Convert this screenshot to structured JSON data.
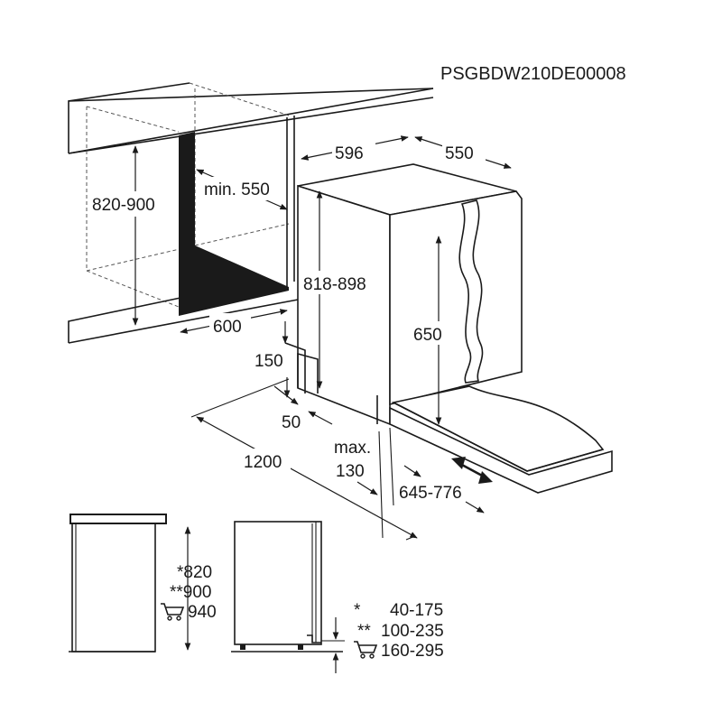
{
  "model_code": "PSGBDW210DE00008",
  "labels": {
    "niche_height": "820-900",
    "niche_depth_min": "min. 550",
    "niche_width": "600",
    "appliance_width": "596",
    "appliance_depth": "550",
    "appliance_height": "818-898",
    "door_height": "650",
    "toe_height": "150",
    "toe_depth": "50",
    "door_opening_space": "1200",
    "max_label": "max.",
    "max_value": "130",
    "door_depth_range": "645-776"
  },
  "bottom_left": {
    "line1": "*820",
    "line2": "**900",
    "line3": "940"
  },
  "bottom_right": {
    "row1_mark": "*",
    "row1_value": "40-175",
    "row2_mark": "**",
    "row2_value": "100-235",
    "row3_value": "160-295"
  },
  "icons": [
    "trolley-icon"
  ]
}
